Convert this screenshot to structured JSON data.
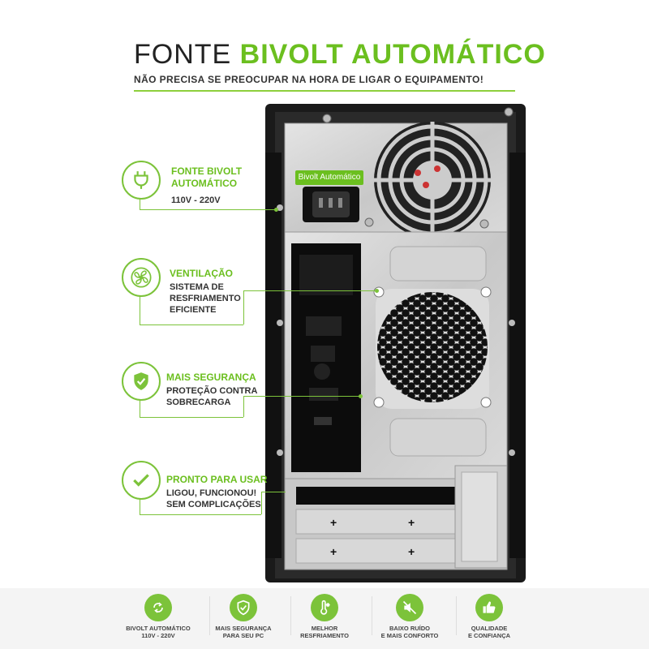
{
  "header": {
    "title_word1": "FONTE",
    "title_word2": "BIVOLT AUTOMÁTICO",
    "subtitle": "NÃO PRECISA SE PREOCUPAR NA HORA DE LIGAR O EQUIPAMENTO!"
  },
  "product": {
    "psu_label": "Bivolt Automático"
  },
  "features": [
    {
      "icon": "power-plug-icon",
      "title": "FONTE BIVOLT",
      "title2": "AUTOMÁTICO",
      "desc": "110V - 220V",
      "desc2": ""
    },
    {
      "icon": "fan-icon",
      "title": "VENTILAÇÃO",
      "title2": "",
      "desc": "SISTEMA DE",
      "desc2": "RESFRIAMENTO",
      "desc3": "EFICIENTE"
    },
    {
      "icon": "shield-check-icon",
      "title": "MAIS SEGURANÇA",
      "title2": "",
      "desc": "PROTEÇÃO CONTRA",
      "desc2": "SOBRECARGA"
    },
    {
      "icon": "checkmark-icon",
      "title": "PRONTO PARA USAR",
      "title2": "",
      "desc": "LIGOU, FUNCIONOU!",
      "desc2": "SEM COMPLICAÇÕES"
    }
  ],
  "bottom_bar": [
    {
      "icon": "bivolt-icon",
      "line1": "BIVOLT AUTOMÁTICO",
      "line2": "110V - 220V"
    },
    {
      "icon": "shield-icon",
      "line1": "MAIS SEGURANÇA",
      "line2": "PARA SEU PC"
    },
    {
      "icon": "thermometer-snow-icon",
      "line1": "MELHOR",
      "line2": "RESFRIAMENTO"
    },
    {
      "icon": "mute-icon",
      "line1": "BAIXO RUÍDO",
      "line2": "E MAIS CONFORTO"
    },
    {
      "icon": "thumbs-up-icon",
      "line1": "QUALIDADE",
      "line2": "E CONFIANÇA"
    }
  ],
  "colors": {
    "accent": "#6bbf1f",
    "text": "#333333"
  }
}
